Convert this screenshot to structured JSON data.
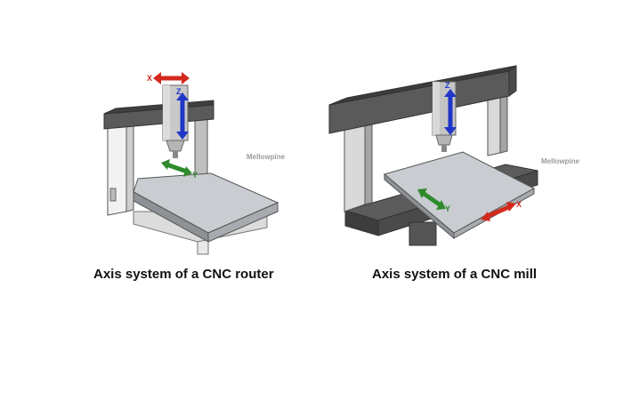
{
  "router": {
    "caption": "Axis system of a CNC router",
    "watermark": "Mellowpine",
    "axes": {
      "x": "X",
      "y": "Y",
      "z": "Z"
    }
  },
  "mill": {
    "caption": "Axis system of a CNC mill",
    "watermark": "Mellowpine",
    "axes": {
      "x": "X",
      "y": "Y",
      "z": "Z"
    }
  },
  "colors": {
    "x_axis": "#d42a1e",
    "y_axis": "#2f8a2c",
    "z_axis": "#1f36c7",
    "frame_dark": "#4a4a4a",
    "frame_light": "#e4e4e4",
    "table": "#c9ccd1",
    "spindle": "#c4c4c4"
  }
}
